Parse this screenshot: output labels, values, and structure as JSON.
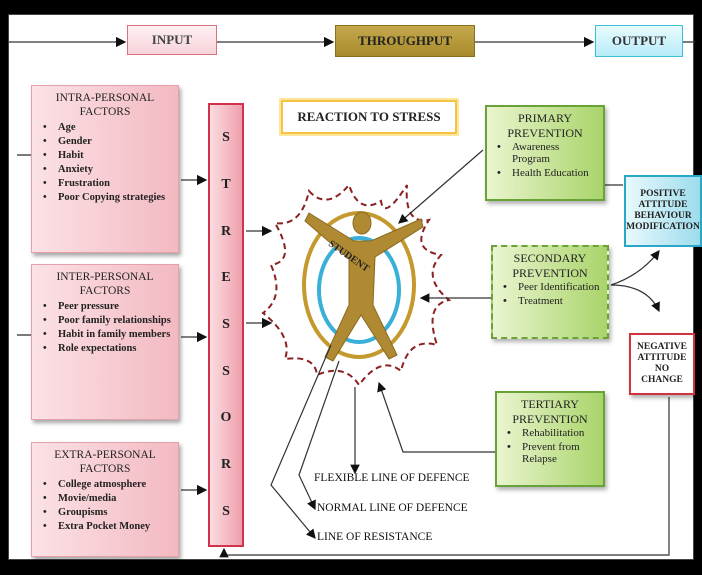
{
  "header": {
    "input": "INPUT",
    "throughput": "THROUGHPUT",
    "output": "OUTPUT"
  },
  "intra": {
    "title_line1": "INTRA-PERSONAL",
    "title_line2": "FACTORS",
    "items": [
      "Age",
      "Gender",
      "Habit",
      "Anxiety",
      "Frustration",
      "Poor Copying strategies"
    ]
  },
  "inter": {
    "title_line1": "INTER-PERSONAL",
    "title_line2": "FACTORS",
    "items": [
      "Peer pressure",
      "Poor family relationships",
      "Habit in family members",
      "Role expectations"
    ]
  },
  "extra": {
    "title_line1": "EXTRA-PERSONAL",
    "title_line2": "FACTORS",
    "items": [
      "College atmosphere",
      "Movie/media",
      "Groupisms",
      "Extra Pocket Money"
    ]
  },
  "stressors": [
    "S",
    "T",
    "R",
    "E",
    "S",
    "S",
    "O",
    "R",
    "S"
  ],
  "reaction": "REACTION TO STRESS",
  "student": "STUDENT",
  "primary": {
    "title_line1": "PRIMARY",
    "title_line2": "PREVENTION",
    "items": [
      "Awareness Program",
      "Health Education"
    ]
  },
  "secondary": {
    "title_line1": "SECONDARY",
    "title_line2": "PREVENTION",
    "items": [
      "Peer Identification",
      "Treatment"
    ]
  },
  "tertiary": {
    "title_line1": "TERTIARY",
    "title_line2": "PREVENTION",
    "items": [
      "Rehabilitation",
      "Prevent from Relapse"
    ]
  },
  "positive": "POSITIVE ATTITUDE BEHAVIOUR MODIFICATION",
  "negative": "NEGATIVE ATTITUDE NO CHANGE",
  "lines": {
    "flexible": "FLEXIBLE LINE OF DEFENCE",
    "normal": "NORMAL LINE OF DEFENCE",
    "resistance": "LINE OF RESISTANCE"
  },
  "colors": {
    "factor_pink": "#f3b9c1",
    "stressor_red": "#d1334a",
    "prevention_green": "#a9d46a",
    "throughput_gold": "#a88a2c",
    "output_cyan": "#3cc0d8",
    "flexible_line": "#8b2020",
    "normal_line": "#c49a2e",
    "resistance_line": "#3ab0d8"
  }
}
